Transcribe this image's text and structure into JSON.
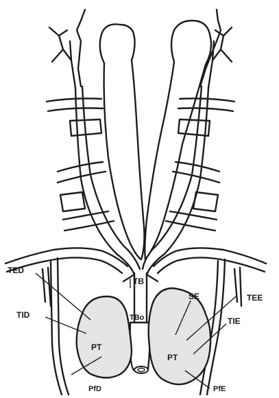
{
  "labels": {
    "ted": "TED",
    "tid": "TID",
    "tb": "TB",
    "tbo": "TBo",
    "se": "SE",
    "tee": "TEE",
    "tie": "TIE",
    "pt_left": "PT",
    "pt_right": "PT",
    "pfd": "PfD",
    "pfe": "PfE"
  },
  "colors": {
    "ink": "#1c1c1c",
    "stipple": "#8a8a8a",
    "background": "#ffffff"
  }
}
